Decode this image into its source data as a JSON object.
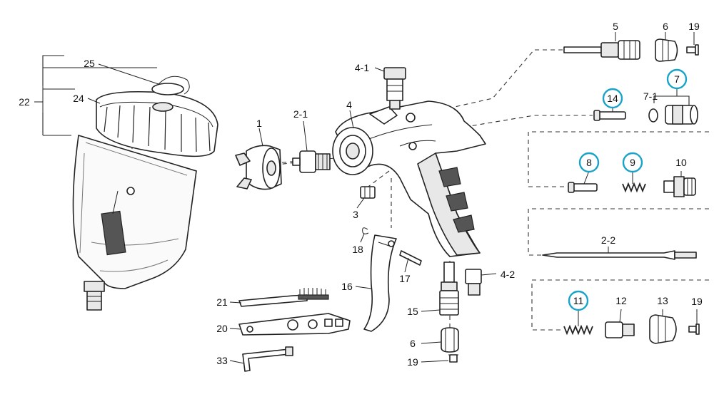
{
  "diagram": {
    "callouts": [
      {
        "id": "c1",
        "label": "1",
        "highlighted": false
      },
      {
        "id": "c2-1",
        "label": "2-1",
        "highlighted": false
      },
      {
        "id": "c2-2",
        "label": "2-2",
        "highlighted": false
      },
      {
        "id": "c3",
        "label": "3",
        "highlighted": false
      },
      {
        "id": "c4",
        "label": "4",
        "highlighted": false
      },
      {
        "id": "c4-1",
        "label": "4-1",
        "highlighted": false
      },
      {
        "id": "c4-2",
        "label": "4-2",
        "highlighted": false
      },
      {
        "id": "c5",
        "label": "5",
        "highlighted": false
      },
      {
        "id": "c6a",
        "label": "6",
        "highlighted": false
      },
      {
        "id": "c6b",
        "label": "6",
        "highlighted": false
      },
      {
        "id": "c7",
        "label": "7",
        "highlighted": true
      },
      {
        "id": "c7-1",
        "label": "7-1",
        "highlighted": false
      },
      {
        "id": "c8",
        "label": "8",
        "highlighted": true
      },
      {
        "id": "c9",
        "label": "9",
        "highlighted": true
      },
      {
        "id": "c10",
        "label": "10",
        "highlighted": false
      },
      {
        "id": "c11",
        "label": "11",
        "highlighted": true
      },
      {
        "id": "c12",
        "label": "12",
        "highlighted": false
      },
      {
        "id": "c13",
        "label": "13",
        "highlighted": false
      },
      {
        "id": "c14",
        "label": "14",
        "highlighted": true
      },
      {
        "id": "c15",
        "label": "15",
        "highlighted": false
      },
      {
        "id": "c16",
        "label": "16",
        "highlighted": false
      },
      {
        "id": "c17",
        "label": "17",
        "highlighted": false
      },
      {
        "id": "c18",
        "label": "18",
        "highlighted": false
      },
      {
        "id": "c19a",
        "label": "19",
        "highlighted": false
      },
      {
        "id": "c19b",
        "label": "19",
        "highlighted": false
      },
      {
        "id": "c19c",
        "label": "19",
        "highlighted": false
      },
      {
        "id": "c20",
        "label": "20",
        "highlighted": false
      },
      {
        "id": "c21",
        "label": "21",
        "highlighted": false
      },
      {
        "id": "c22",
        "label": "22",
        "highlighted": false
      },
      {
        "id": "c24",
        "label": "24",
        "highlighted": false
      },
      {
        "id": "c25",
        "label": "25",
        "highlighted": false
      },
      {
        "id": "c33",
        "label": "33",
        "highlighted": false
      }
    ],
    "colors": {
      "highlight_ring": "#1aa3c8",
      "line": "#222222",
      "background": "#ffffff"
    }
  }
}
